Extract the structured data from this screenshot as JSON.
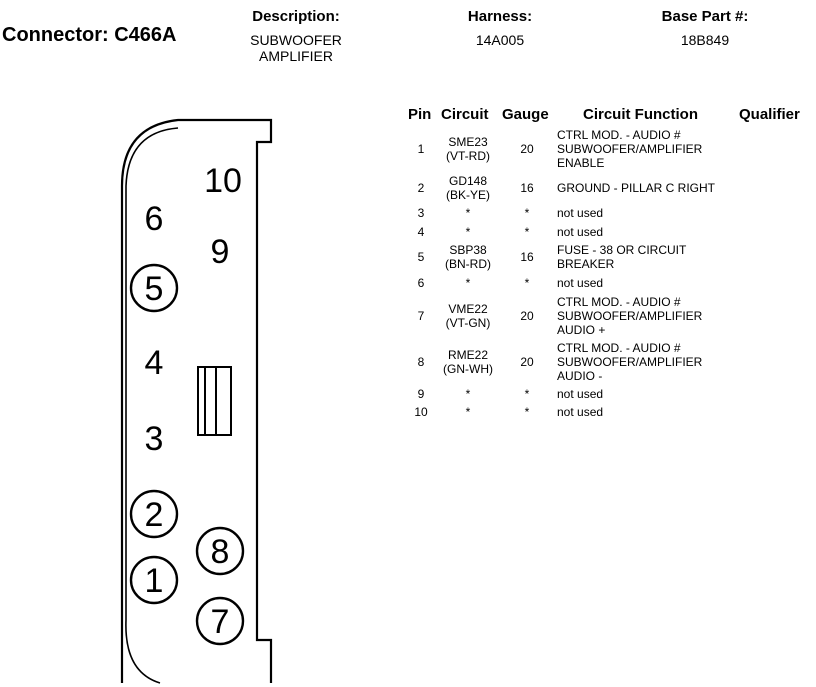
{
  "connector_title": "Connector: C466A",
  "header": {
    "description_label": "Description:",
    "description_line1": "SUBWOOFER",
    "description_line2": "AMPLIFIER",
    "harness_label": "Harness:",
    "harness_value": "14A005",
    "base_part_label": "Base Part #:",
    "base_part_value": "18B849"
  },
  "table": {
    "columns": [
      "Pin",
      "Circuit",
      "Gauge",
      "Circuit Function",
      "Qualifier"
    ],
    "rows": [
      {
        "pin": "1",
        "circuit": [
          "SME23",
          "(VT-RD)"
        ],
        "gauge": "20",
        "function": [
          "CTRL MOD. - AUDIO #",
          "SUBWOOFER/AMPLIFIER",
          "ENABLE"
        ]
      },
      {
        "pin": "2",
        "circuit": [
          "GD148",
          "(BK-YE)"
        ],
        "gauge": "16",
        "function": [
          "GROUND - PILLAR C RIGHT"
        ]
      },
      {
        "pin": "3",
        "circuit": [
          "*"
        ],
        "gauge": "*",
        "function": [
          "not used"
        ]
      },
      {
        "pin": "4",
        "circuit": [
          "*"
        ],
        "gauge": "*",
        "function": [
          "not used"
        ]
      },
      {
        "pin": "5",
        "circuit": [
          "SBP38",
          "(BN-RD)"
        ],
        "gauge": "16",
        "function": [
          "FUSE - 38 OR CIRCUIT",
          "BREAKER"
        ]
      },
      {
        "pin": "6",
        "circuit": [
          "*"
        ],
        "gauge": "*",
        "function": [
          "not used"
        ]
      },
      {
        "pin": "7",
        "circuit": [
          "VME22",
          "(VT-GN)"
        ],
        "gauge": "20",
        "function": [
          "CTRL MOD. - AUDIO #",
          "SUBWOOFER/AMPLIFIER",
          "AUDIO +"
        ]
      },
      {
        "pin": "8",
        "circuit": [
          "RME22",
          "(GN-WH)"
        ],
        "gauge": "20",
        "function": [
          "CTRL MOD. - AUDIO #",
          "SUBWOOFER/AMPLIFIER",
          "AUDIO -"
        ]
      },
      {
        "pin": "9",
        "circuit": [
          "*"
        ],
        "gauge": "*",
        "function": [
          "not used"
        ]
      },
      {
        "pin": "10",
        "circuit": [
          "*"
        ],
        "gauge": "*",
        "function": [
          "not used"
        ]
      }
    ]
  },
  "connector_face": {
    "pin_labels": [
      "1",
      "2",
      "3",
      "4",
      "5",
      "6",
      "7",
      "8",
      "9",
      "10"
    ],
    "circled_pins": [
      "1",
      "2",
      "5",
      "7",
      "8"
    ]
  }
}
